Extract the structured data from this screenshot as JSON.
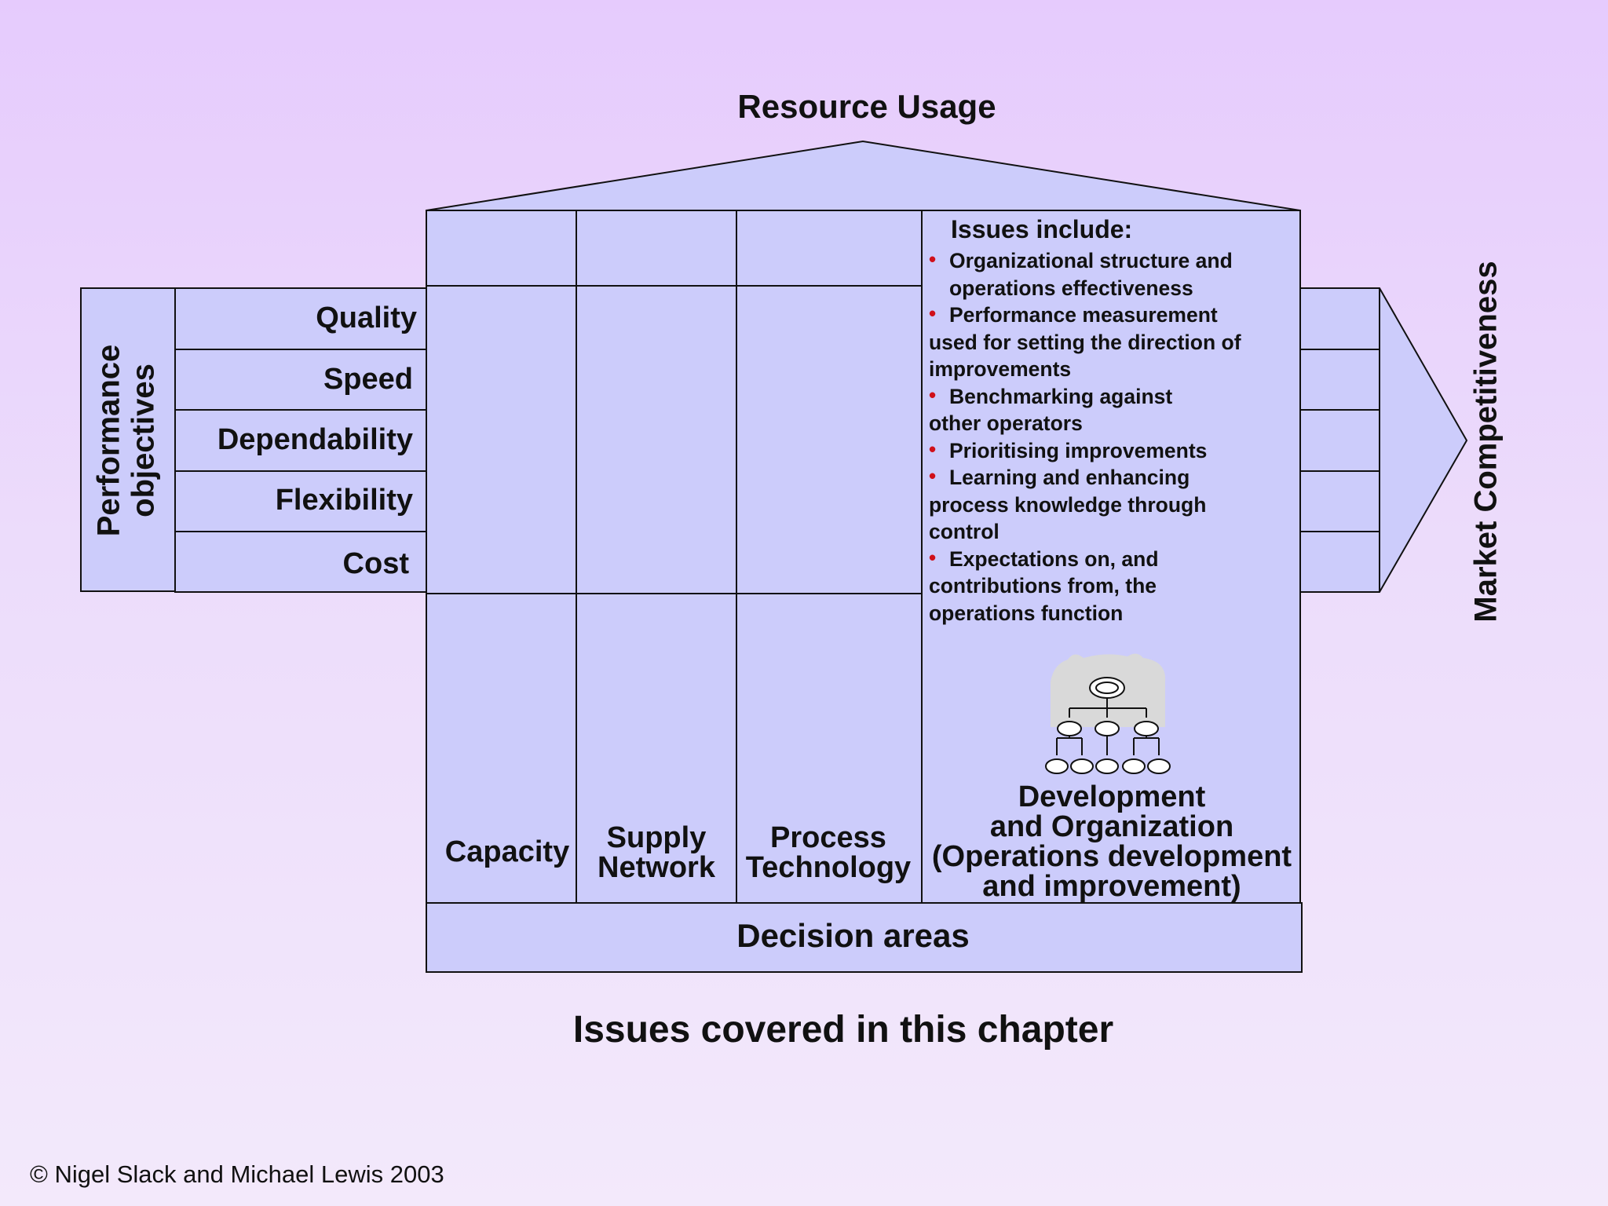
{
  "title": "Resource Usage",
  "performance_label": "Performance objectives",
  "objectives": [
    "Quality",
    "Speed",
    "Dependability",
    "Flexibility",
    "Cost"
  ],
  "market_label": "Market Competitiveness",
  "columns": [
    {
      "label": "Capacity"
    },
    {
      "label_line1": "Supply",
      "label_line2": "Network"
    },
    {
      "label_line1": "Process",
      "label_line2": "Technology"
    }
  ],
  "issues": {
    "heading": "Issues include:",
    "items": [
      "Organizational structure and operations effectiveness",
      "Performance measurement used for setting the direction of improvements",
      "Benchmarking against other operators",
      "Prioritising improvements",
      "Learning and enhancing process knowledge through control",
      "Expectations on, and contributions from, the operations function"
    ]
  },
  "development": {
    "line1": "Development",
    "line2": "and Organization",
    "line3": "(Operations development",
    "line4": "and improvement)"
  },
  "decision_areas": "Decision areas",
  "chapter_caption": "Issues covered in this chapter",
  "copyright": "© Nigel Slack and Michael Lewis 2003",
  "colors": {
    "box_fill": "#ccccfb",
    "bullet": "#d0101a",
    "line": "#111111"
  },
  "icons": [
    "org-chart-icon"
  ]
}
